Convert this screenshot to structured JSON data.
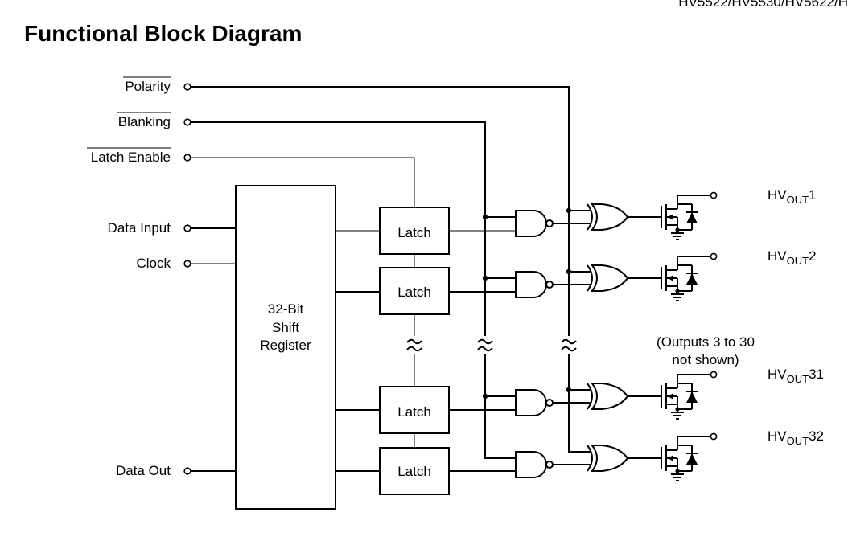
{
  "header": {
    "part_numbers": "HV5522/HV5530/HV5622/H"
  },
  "title": "Functional Block Diagram",
  "inputs": {
    "polarity": "Polarity",
    "blanking": "Blanking",
    "latch_enable": "Latch Enable",
    "data_input": "Data Input",
    "clock": "Clock",
    "data_out": "Data Out"
  },
  "shift_register": {
    "line1": "32-Bit",
    "line2": "Shift",
    "line3": "Register"
  },
  "latch_label": "Latch",
  "outputs": {
    "hv_prefix": "HV",
    "hv_subscript": "OUT",
    "numbers": [
      "1",
      "2",
      "31",
      "32"
    ]
  },
  "note": {
    "line1": "(Outputs 3 to 30",
    "line2": "not shown)"
  }
}
